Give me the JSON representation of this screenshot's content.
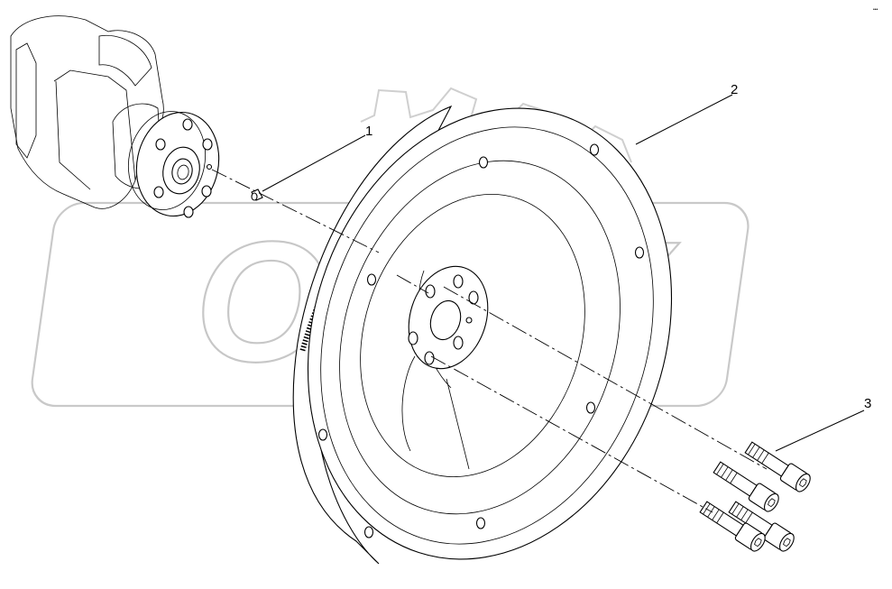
{
  "diagram": {
    "corner_mark": "•••",
    "watermark": {
      "text": "OPEX"
    },
    "callouts": [
      {
        "id": "part-1",
        "label": "1",
        "part": "dowel-pin"
      },
      {
        "id": "part-2",
        "label": "2",
        "part": "flywheel"
      },
      {
        "id": "part-3",
        "label": "3",
        "part": "flywheel-bolts"
      }
    ]
  }
}
